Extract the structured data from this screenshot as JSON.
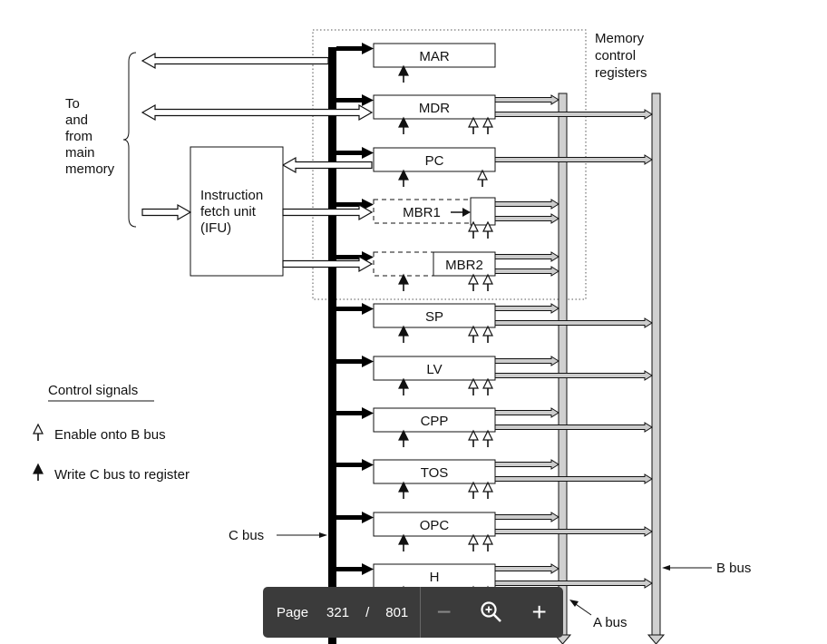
{
  "diagram": {
    "registers": [
      "MAR",
      "MDR",
      "PC",
      "MBR1",
      "MBR2",
      "SP",
      "LV",
      "CPP",
      "TOS",
      "OPC",
      "H"
    ],
    "memory_label": [
      "To",
      "and",
      "from",
      "main",
      "memory"
    ],
    "ifu_label": [
      "Instruction",
      "fetch unit",
      "(IFU)"
    ],
    "memory_control_label": [
      "Memory",
      "control",
      "registers"
    ],
    "legend_title": "Control signals",
    "legend_enable": "Enable onto B bus",
    "legend_write": "Write C bus to register",
    "c_bus": "C bus",
    "a_bus": "A bus",
    "b_bus": "B bus",
    "colors": {
      "bus_gray": "#d0d0d0",
      "toolbar": "#3b3b3b"
    }
  },
  "toolbar": {
    "page_label": "Page",
    "current_page": "321",
    "separator": "/",
    "total_pages": "801",
    "zoom_out": "−",
    "zoom_in": "+",
    "icons": [
      "minus-icon",
      "zoom-reset-icon",
      "plus-icon"
    ]
  }
}
